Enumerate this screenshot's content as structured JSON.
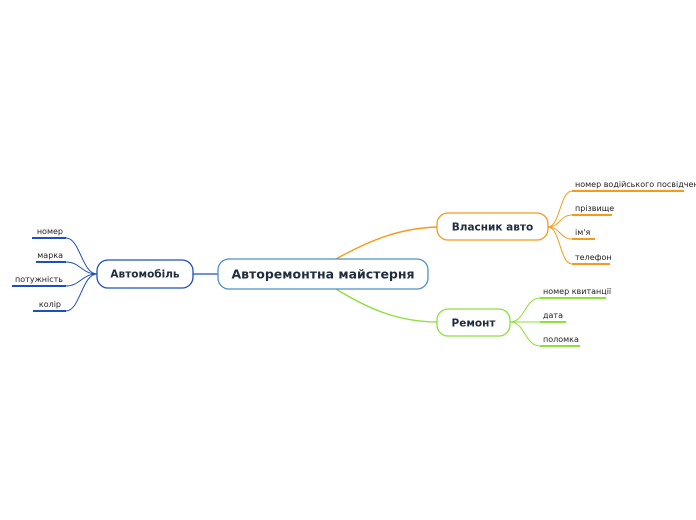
{
  "central": {
    "label": "Авторемонтна майстерня"
  },
  "colors": {
    "central_border": "#4a90c8",
    "owner": "#f59a1b",
    "repair": "#8ee03c",
    "car": "#1f4fbd"
  },
  "branches": {
    "owner": {
      "label": "Власник авто",
      "children": [
        "номер водійського посвідчення",
        "прізвище",
        "ім'я",
        "телефон"
      ]
    },
    "repair": {
      "label": "Ремонт",
      "children": [
        "номер квитанції",
        "дата",
        "поломка"
      ]
    },
    "car": {
      "label": "Автомобіль",
      "children": [
        "номер",
        "марка",
        "потужність",
        "колір"
      ]
    }
  }
}
